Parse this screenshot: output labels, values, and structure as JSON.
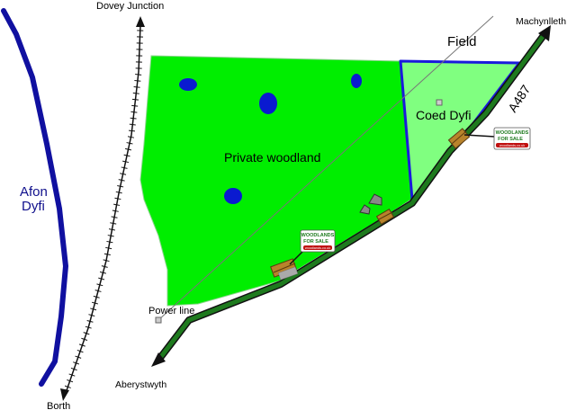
{
  "map": {
    "labels": {
      "river": [
        "Afon",
        "Dyfi"
      ],
      "rail_north": "Dovey Junction",
      "rail_south": "Borth",
      "road_north": "Machynlleth",
      "road_south": "Aberystwyth",
      "road_name": "A487",
      "field": "Field",
      "private_woodland": "Private woodland",
      "coed_dyfi": "Coed Dyfi",
      "power_line": "Power line"
    },
    "signs": [
      {
        "line1": "WOODLANDS",
        "line2": "FOR SALE",
        "url": "woodlands.co.uk"
      },
      {
        "line1": "WOODLANDS",
        "line2": "FOR SALE",
        "url": "woodlands.co.uk"
      }
    ],
    "colors": {
      "river": "#1010a0",
      "private_woodland": "#00ee00",
      "coed_dyfi_fill": "#80ff80",
      "coed_dyfi_border": "#1a1adc",
      "road_fill": "#1e7a1e",
      "pond": "#0a1ad0",
      "label_text": "#000000",
      "river_label": "#10108c"
    }
  }
}
